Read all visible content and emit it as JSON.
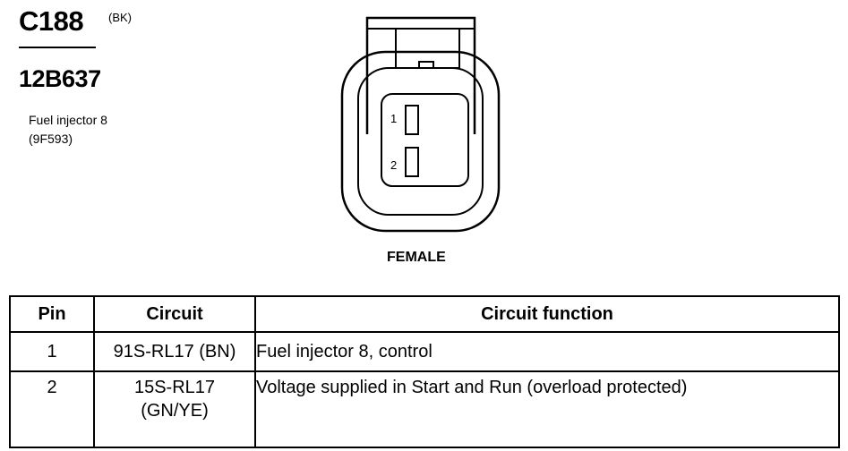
{
  "header": {
    "connector_id": "C188",
    "connector_color": "(BK)",
    "part_number": "12B637",
    "component_name": "Fuel injector 8",
    "component_code": "(9F593)"
  },
  "diagram": {
    "view_label": "FEMALE",
    "pin_labels": [
      "1",
      "2"
    ]
  },
  "table": {
    "headers": [
      "Pin",
      "Circuit",
      "Circuit function"
    ],
    "rows": [
      {
        "pin": "1",
        "circuit": "91S-RL17 (BN)",
        "circuit_line2": "",
        "function": "Fuel injector 8, control"
      },
      {
        "pin": "2",
        "circuit": "15S-RL17",
        "circuit_line2": "(GN/YE)",
        "function": "Voltage supplied in Start and Run (overload protected)"
      }
    ]
  }
}
